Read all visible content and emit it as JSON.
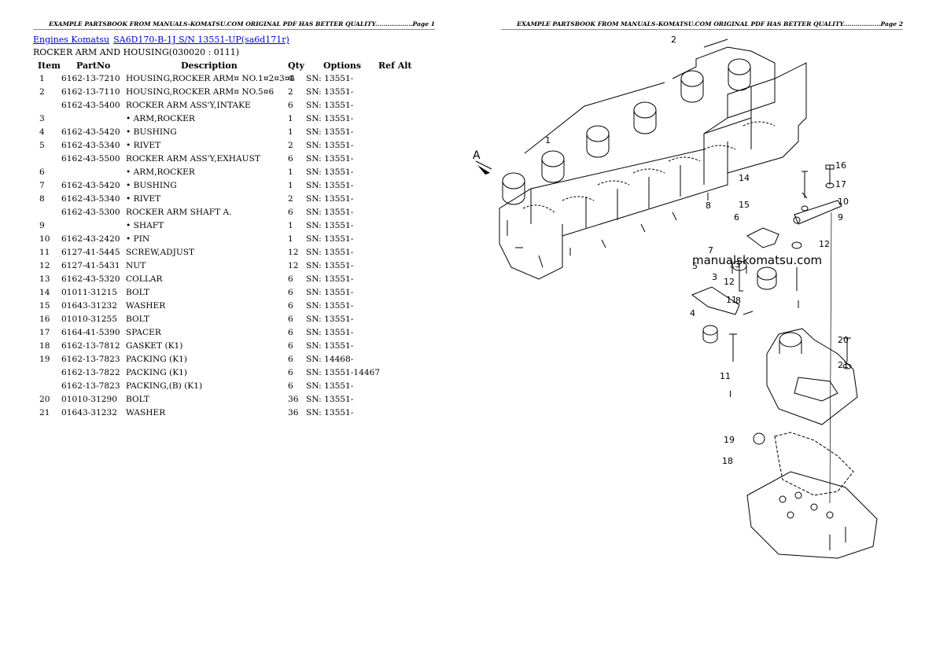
{
  "pages": {
    "left": {
      "header": "EXAMPLE PARTSBOOK FROM MANUALS-KOMATSU.COM ORIGINAL PDF HAS BETTER QUALITY..................Page 1"
    },
    "right": {
      "header": "EXAMPLE PARTSBOOK FROM MANUALS-KOMATSU.COM ORIGINAL PDF HAS BETTER QUALITY..................Page 2"
    }
  },
  "breadcrumb": {
    "link1": "Engines Komatsu",
    "link2": "SA6D170-B-1J S/N 13551-UP(sa6d171r)"
  },
  "section_title": "ROCKER ARM AND HOUSING(030020 : 0111)",
  "table": {
    "headers": {
      "item": "Item",
      "partno": "PartNo",
      "description": "Description",
      "qty": "Qty",
      "options": "Options",
      "refalt": "Ref Alt"
    },
    "rows": [
      {
        "item": "1",
        "part": "6162-13-7210",
        "desc": "HOUSING,ROCKER ARM¤ NO.1¤2¤3¤4",
        "qty": "4",
        "opt": "SN: 13551-"
      },
      {
        "item": "2",
        "part": "6162-13-7110",
        "desc": "HOUSING,ROCKER ARM¤ NO.5¤6",
        "qty": "2",
        "opt": "SN: 13551-"
      },
      {
        "item": "",
        "part": "6162-43-5400",
        "desc": "ROCKER ARM ASS'Y,INTAKE",
        "qty": "6",
        "opt": "SN: 13551-"
      },
      {
        "item": "3",
        "part": "",
        "desc": "• ARM,ROCKER",
        "qty": "1",
        "opt": "SN: 13551-"
      },
      {
        "item": "4",
        "part": "6162-43-5420",
        "desc": "• BUSHING",
        "qty": "1",
        "opt": "SN: 13551-"
      },
      {
        "item": "5",
        "part": "6162-43-5340",
        "desc": "• RIVET",
        "qty": "2",
        "opt": "SN: 13551-"
      },
      {
        "item": "",
        "part": "6162-43-5500",
        "desc": "ROCKER ARM ASS'Y,EXHAUST",
        "qty": "6",
        "opt": "SN: 13551-"
      },
      {
        "item": "6",
        "part": "",
        "desc": "• ARM,ROCKER",
        "qty": "1",
        "opt": "SN: 13551-"
      },
      {
        "item": "7",
        "part": "6162-43-5420",
        "desc": "• BUSHING",
        "qty": "1",
        "opt": "SN: 13551-"
      },
      {
        "item": "8",
        "part": "6162-43-5340",
        "desc": "• RIVET",
        "qty": "2",
        "opt": "SN: 13551-"
      },
      {
        "item": "",
        "part": "6162-43-5300",
        "desc": "ROCKER ARM SHAFT A.",
        "qty": "6",
        "opt": "SN: 13551-"
      },
      {
        "item": "9",
        "part": "",
        "desc": "• SHAFT",
        "qty": "1",
        "opt": "SN: 13551-"
      },
      {
        "item": "10",
        "part": "6162-43-2420",
        "desc": "• PIN",
        "qty": "1",
        "opt": "SN: 13551-"
      },
      {
        "item": "11",
        "part": "6127-41-5445",
        "desc": "SCREW,ADJUST",
        "qty": "12",
        "opt": "SN: 13551-"
      },
      {
        "item": "12",
        "part": "6127-41-5431",
        "desc": "NUT",
        "qty": "12",
        "opt": "SN: 13551-"
      },
      {
        "item": "13",
        "part": "6162-43-5320",
        "desc": "COLLAR",
        "qty": "6",
        "opt": "SN: 13551-"
      },
      {
        "item": "14",
        "part": "01011-31215",
        "desc": "BOLT",
        "qty": "6",
        "opt": "SN: 13551-"
      },
      {
        "item": "15",
        "part": "01643-31232",
        "desc": "WASHER",
        "qty": "6",
        "opt": "SN: 13551-"
      },
      {
        "item": "16",
        "part": "01010-31255",
        "desc": "BOLT",
        "qty": "6",
        "opt": "SN: 13551-"
      },
      {
        "item": "17",
        "part": "6164-41-5390",
        "desc": "SPACER",
        "qty": "6",
        "opt": "SN: 13551-"
      },
      {
        "item": "18",
        "part": "6162-13-7812",
        "desc": "GASKET (K1)",
        "qty": "6",
        "opt": "SN: 13551-"
      },
      {
        "item": "19",
        "part": "6162-13-7823",
        "desc": "PACKING (K1)",
        "qty": "6",
        "opt": "SN: 14468-"
      },
      {
        "item": "",
        "part": "6162-13-7822",
        "desc": "PACKING (K1)",
        "qty": "6",
        "opt": "SN: 13551-14467"
      },
      {
        "item": "",
        "part": "6162-13-7823",
        "desc": "PACKING,(B) (K1)",
        "qty": "6",
        "opt": "SN: 13551-"
      },
      {
        "item": "20",
        "part": "01010-31290",
        "desc": "BOLT",
        "qty": "36",
        "opt": "SN: 13551-"
      },
      {
        "item": "21",
        "part": "01643-31232",
        "desc": "WASHER",
        "qty": "36",
        "opt": "SN: 13551-"
      }
    ]
  },
  "diagram": {
    "watermark": "manualskomatsu.com",
    "callouts": [
      "1",
      "2",
      "A",
      "14",
      "16",
      "15",
      "17",
      "10",
      "9",
      "8",
      "6",
      "12",
      "7",
      "13",
      "5",
      "3",
      "12",
      "11",
      "4",
      "8",
      "11",
      "20",
      "21",
      "I",
      "19",
      "18"
    ]
  }
}
